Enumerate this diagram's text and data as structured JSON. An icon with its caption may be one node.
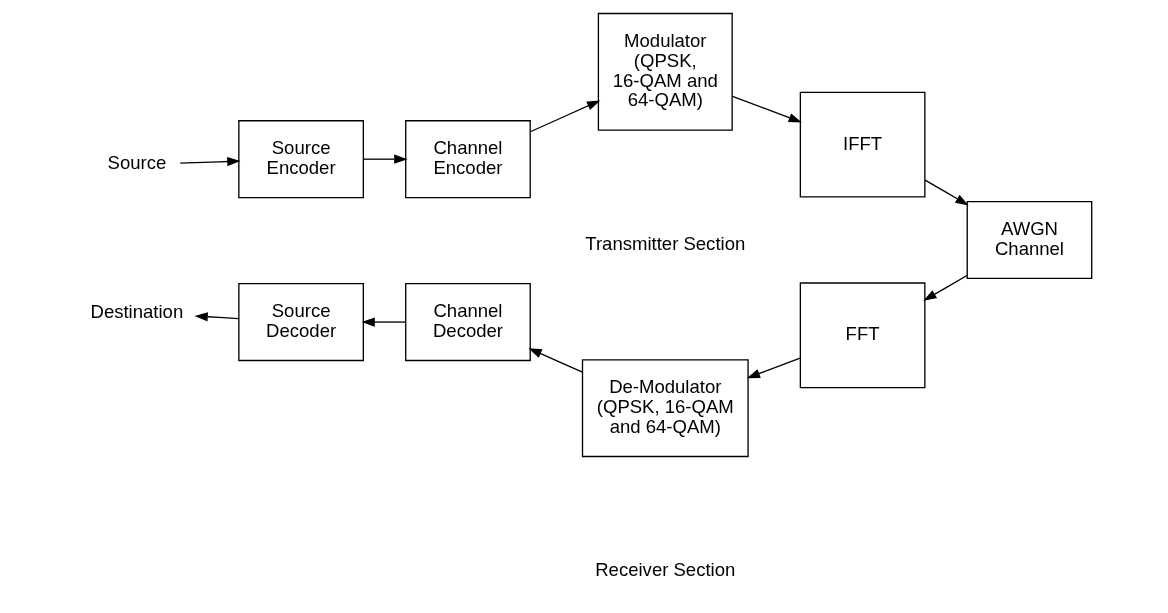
{
  "diagram": {
    "nodes": [
      {
        "text": [
          "Source"
        ]
      },
      {
        "text": [
          "Source Encoder"
        ]
      },
      {
        "text": [
          "Channel Encoder"
        ]
      },
      {
        "text": [
          "Modulator (QPSK, 16-QAM and 64-QAM)"
        ]
      },
      {
        "text": [
          "IFFT"
        ]
      },
      {
        "text": [
          "AWGN Channel"
        ]
      },
      {
        "text": [
          "FFT"
        ]
      },
      {
        "text": [
          "De-Modulator (QPSK, 16-QAM and 64-QAM)"
        ]
      },
      {
        "text": [
          "Channel Decoder"
        ]
      },
      {
        "text": [
          "Source Decoder"
        ]
      },
      {
        "text": [
          "Destination"
        ]
      }
    ],
    "edges": [
      {
        "from": 0,
        "to": 1,
        "arrow": "to"
      },
      {
        "from": 1,
        "to": 2,
        "arrow": "to"
      },
      {
        "from": 2,
        "to": 3,
        "arrow": "to"
      },
      {
        "from": 3,
        "to": 4,
        "arrow": "to"
      },
      {
        "from": 4,
        "to": 5,
        "arrow": "to"
      },
      {
        "from": 5,
        "to": 6,
        "arrow": "to"
      },
      {
        "from": 6,
        "to": 7,
        "arrow": "to"
      },
      {
        "from": 7,
        "to": 8,
        "arrow": "to"
      },
      {
        "from": 8,
        "to": 9,
        "arrow": "to"
      },
      {
        "from": 9,
        "to": 10,
        "arrow": "to"
      }
    ],
    "labels": [
      "Transmitter Section",
      "Receiver Section"
    ]
  }
}
